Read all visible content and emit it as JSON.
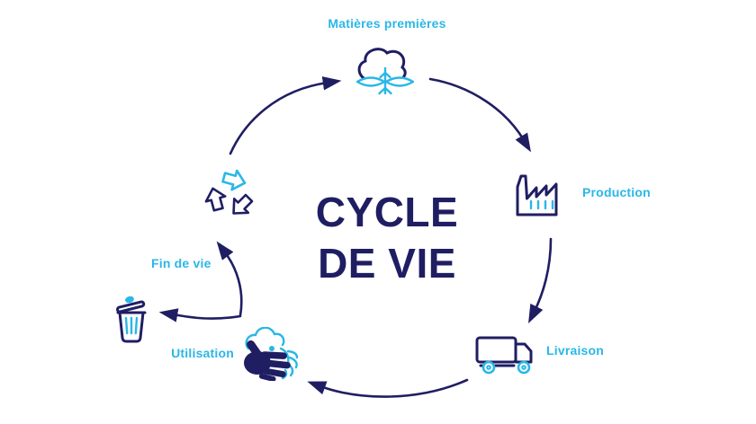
{
  "title": {
    "line1": "CYCLE",
    "line2": "DE VIE"
  },
  "steps": [
    {
      "label": "Matières premières",
      "icon": "cotton-flower-icon"
    },
    {
      "label": "Production",
      "icon": "factory-icon"
    },
    {
      "label": "Livraison",
      "icon": "truck-icon"
    },
    {
      "label": "Utilisation",
      "icon": "hands-washing-icon"
    },
    {
      "label": "",
      "icon": "recycle-arrows-icon"
    }
  ],
  "branch": {
    "label": "Fin de vie",
    "icon": "trash-bin-icon"
  },
  "colors": {
    "navy": "#1f1e63",
    "cyan": "#29b7e8",
    "background": "#ffffff"
  }
}
